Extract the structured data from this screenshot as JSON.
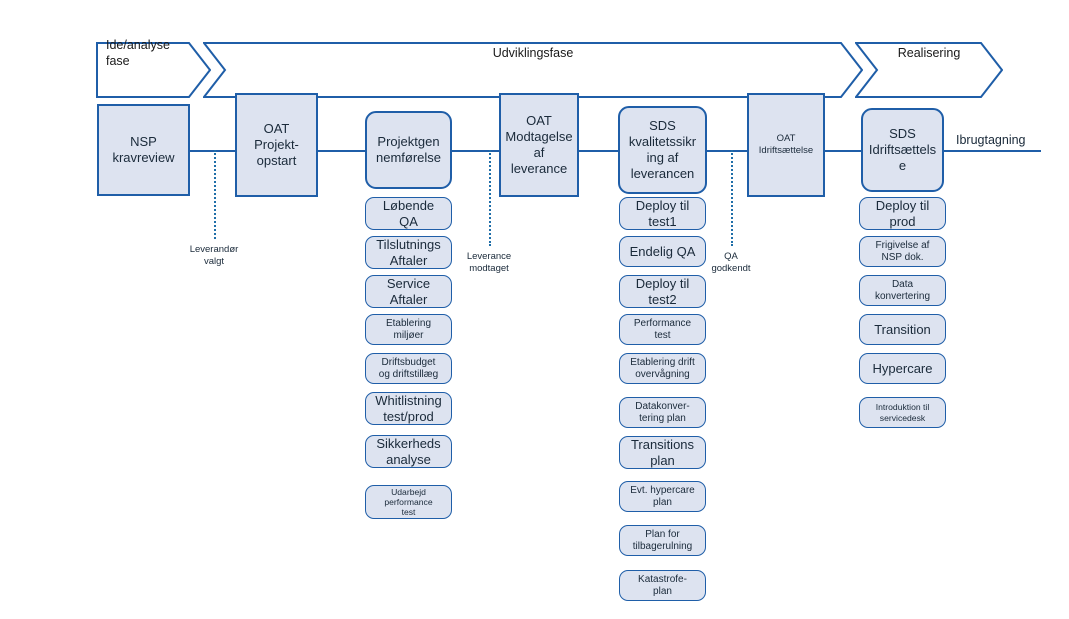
{
  "diagram": {
    "title": "NSP projekt proces - faser og opgaver",
    "colors": {
      "box_fill": "#dde3f0",
      "border": "#1f5ea8",
      "connector": "#1f5ea8",
      "dotted": "#1f6ea8",
      "text": "#1a2a3a",
      "background": "#ffffff"
    },
    "phases": [
      {
        "id": "ide-analyse",
        "label": "Ide/analyse\nfase",
        "align": "left"
      },
      {
        "id": "udviklingsfase",
        "label": "Udviklingsfase",
        "align": "center"
      },
      {
        "id": "realisering",
        "label": "Realisering",
        "align": "center"
      }
    ],
    "main_steps": [
      {
        "id": "nsp-kravreview",
        "label": "NSP\nkravreview",
        "shape": "rect"
      },
      {
        "id": "oat-projekt-opstart",
        "label": "OAT\nProjekt-\nopstart",
        "shape": "rect"
      },
      {
        "id": "projektgennemforelse",
        "label": "Projektgen\nnemførelse",
        "shape": "rounded"
      },
      {
        "id": "oat-modtagelse-af-leverance",
        "label": "OAT\nModtagelse\naf\nleverance",
        "shape": "rect"
      },
      {
        "id": "sds-kvalitetssikring-af-leverancen",
        "label": "SDS\nkvalitetssikr\ning af\nleverancen",
        "shape": "rounded"
      },
      {
        "id": "oat-idriftsaettelse",
        "label": "OAT\nIdriftsættelse",
        "shape": "rect",
        "text_size": "small"
      },
      {
        "id": "sds-idriftsaettelse",
        "label": "SDS\nIdriftsættels\ne",
        "shape": "rounded"
      }
    ],
    "milestones": [
      {
        "id": "leverandor-valgt",
        "label": "Leverandør\nvalgt"
      },
      {
        "id": "leverance-modtaget",
        "label": "Leverance\nmodtaget"
      },
      {
        "id": "qa-godkendt",
        "label": "QA\ngodkendt"
      }
    ],
    "end_label": {
      "id": "ibrugtagning",
      "label": "Ibrugtagning"
    },
    "task_columns": [
      {
        "id": "projektgennemforelse-tasks",
        "parent": "projektgennemforelse",
        "tasks": [
          {
            "id": "lobende-qa",
            "label": "Løbende\nQA",
            "size": "lg"
          },
          {
            "id": "tilslutningsaftaler",
            "label": "Tilslutnings\nAftaler",
            "size": "lg"
          },
          {
            "id": "serviceaftaler",
            "label": "Service\nAftaler",
            "size": "lg"
          },
          {
            "id": "etablering-miljoer",
            "label": "Etablering\nmiljøer",
            "size": "md"
          },
          {
            "id": "driftsbudget-og-driftstillaeg",
            "label": "Driftsbudget\nog driftstillæg",
            "size": "md"
          },
          {
            "id": "whitlistning-test-prod",
            "label": "Whitlistning\ntest/prod",
            "size": "lg"
          },
          {
            "id": "sikkerhedsanalyse",
            "label": "Sikkerheds\nanalyse",
            "size": "lg"
          },
          {
            "id": "udarbejd-performance-test",
            "label": "Udarbejd\nperformance\ntest",
            "size": "sm"
          }
        ]
      },
      {
        "id": "sds-kvalitetssikring-tasks",
        "parent": "sds-kvalitetssikring-af-leverancen",
        "tasks": [
          {
            "id": "deploy-til-test1",
            "label": "Deploy til\ntest1",
            "size": "lg"
          },
          {
            "id": "endelig-qa",
            "label": "Endelig QA",
            "size": "lg"
          },
          {
            "id": "deploy-til-test2",
            "label": "Deploy til\ntest2",
            "size": "lg"
          },
          {
            "id": "performance-test",
            "label": "Performance\ntest",
            "size": "md"
          },
          {
            "id": "etablering-drift-overvagning",
            "label": "Etablering drift\novervågning",
            "size": "md"
          },
          {
            "id": "datakonvertering-plan",
            "label": "Datakonver-\ntering plan",
            "size": "md"
          },
          {
            "id": "transitions-plan",
            "label": "Transitions\nplan",
            "size": "lg"
          },
          {
            "id": "evt-hypercare-plan",
            "label": "Evt. hypercare\nplan",
            "size": "md"
          },
          {
            "id": "plan-for-tilbagerulning",
            "label": "Plan for\ntilbagerulning",
            "size": "md"
          },
          {
            "id": "katastrofeplan",
            "label": "Katastrofe-\nplan",
            "size": "md"
          }
        ]
      },
      {
        "id": "sds-idriftsaettelse-tasks",
        "parent": "sds-idriftsaettelse",
        "tasks": [
          {
            "id": "deploy-til-prod",
            "label": "Deploy til\nprod",
            "size": "lg"
          },
          {
            "id": "frigivelse-af-nsp-dok",
            "label": "Frigivelse af\nNSP dok.",
            "size": "md"
          },
          {
            "id": "data-konvertering",
            "label": "Data\nkonvertering",
            "size": "md"
          },
          {
            "id": "transition",
            "label": "Transition",
            "size": "lg"
          },
          {
            "id": "hypercare",
            "label": "Hypercare",
            "size": "lg"
          },
          {
            "id": "introduktion-til-servicedesk",
            "label": "Introduktion til\nservicedesk",
            "size": "sm"
          }
        ]
      }
    ]
  }
}
